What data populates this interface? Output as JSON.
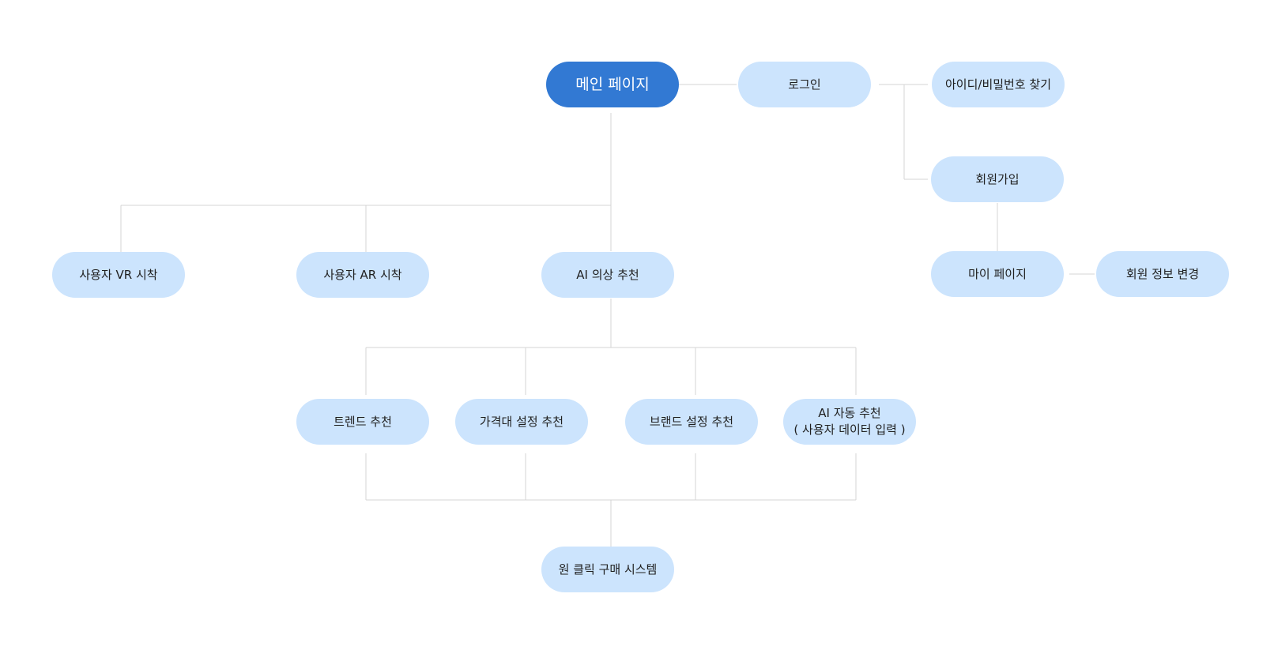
{
  "diagram": {
    "colors": {
      "primary_node": "#3279d3",
      "node": "#cce4fd",
      "connector": "#d4d4d4",
      "text": "#1f1f1f",
      "primary_text": "#ffffff"
    },
    "nodes": {
      "main": {
        "label": "메인 페이지"
      },
      "login": {
        "label": "로그인"
      },
      "find_account": {
        "label": "아이디/비밀번호 찾기"
      },
      "signup": {
        "label": "회원가입"
      },
      "mypage": {
        "label": "마이 페이지"
      },
      "edit_member": {
        "label": "회원 정보 변경"
      },
      "vr_start": {
        "label": "사용자 VR 시착"
      },
      "ar_start": {
        "label": "사용자 AR 시착"
      },
      "ai_recommend": {
        "label": "AI 의상 추천"
      },
      "trend": {
        "label": "트렌드 추천"
      },
      "price_range": {
        "label": "가격대 설정 추천"
      },
      "brand": {
        "label": "브랜드 설정 추천"
      },
      "ai_auto": {
        "label": "AI 자동 추천",
        "label2": "( 사용자 데이터 입력 )"
      },
      "one_click": {
        "label": "원 클릭 구매 시스템"
      }
    }
  }
}
